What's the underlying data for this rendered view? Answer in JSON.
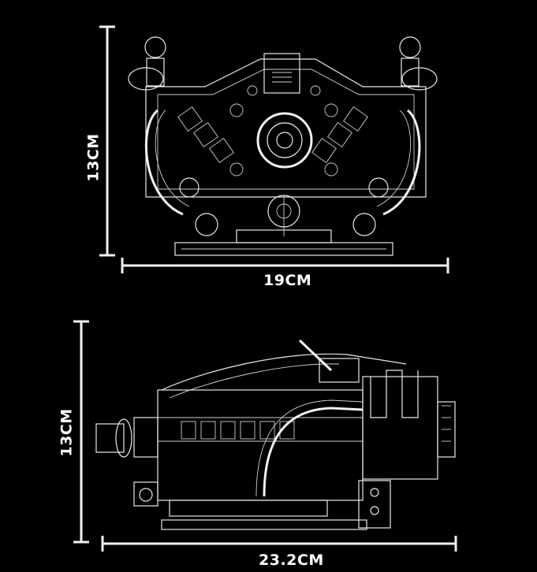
{
  "front_view": {
    "height_label": "13CM",
    "width_label": "19CM"
  },
  "side_view": {
    "height_label": "13CM",
    "width_label": "23.2CM"
  },
  "colors": {
    "background": "#000000",
    "line": "#e8e8e8"
  }
}
